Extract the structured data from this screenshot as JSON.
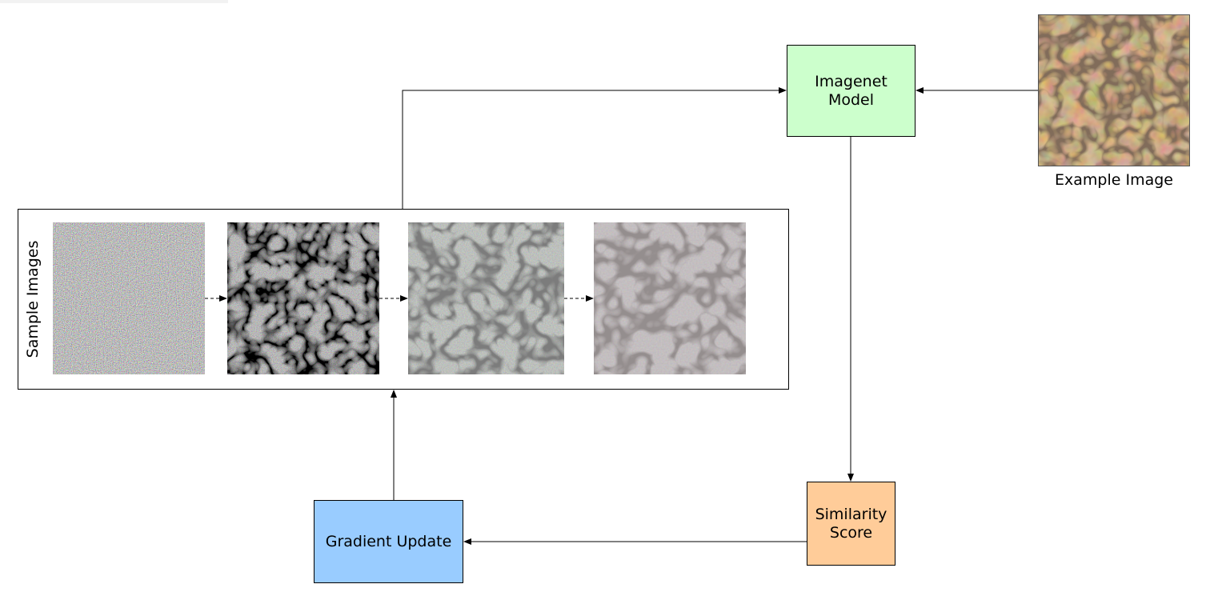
{
  "nodes": {
    "imagenet_model": {
      "label": "Imagenet\nModel",
      "color": "#ccffcc"
    },
    "similarity_score": {
      "label": "Similarity\nScore",
      "color": "#ffcc99"
    },
    "gradient_update": {
      "label": "Gradient Update",
      "color": "#99ccff"
    },
    "sample_images": {
      "label": "Sample Images"
    },
    "example_image": {
      "caption": "Example Image"
    }
  },
  "sample_sequence": [
    {
      "stage": "noise"
    },
    {
      "stage": "early"
    },
    {
      "stage": "mid"
    },
    {
      "stage": "final"
    }
  ],
  "edges": [
    {
      "from": "sample_images",
      "to": "imagenet_model"
    },
    {
      "from": "example_image",
      "to": "imagenet_model"
    },
    {
      "from": "imagenet_model",
      "to": "similarity_score"
    },
    {
      "from": "similarity_score",
      "to": "gradient_update"
    },
    {
      "from": "gradient_update",
      "to": "sample_images"
    }
  ]
}
